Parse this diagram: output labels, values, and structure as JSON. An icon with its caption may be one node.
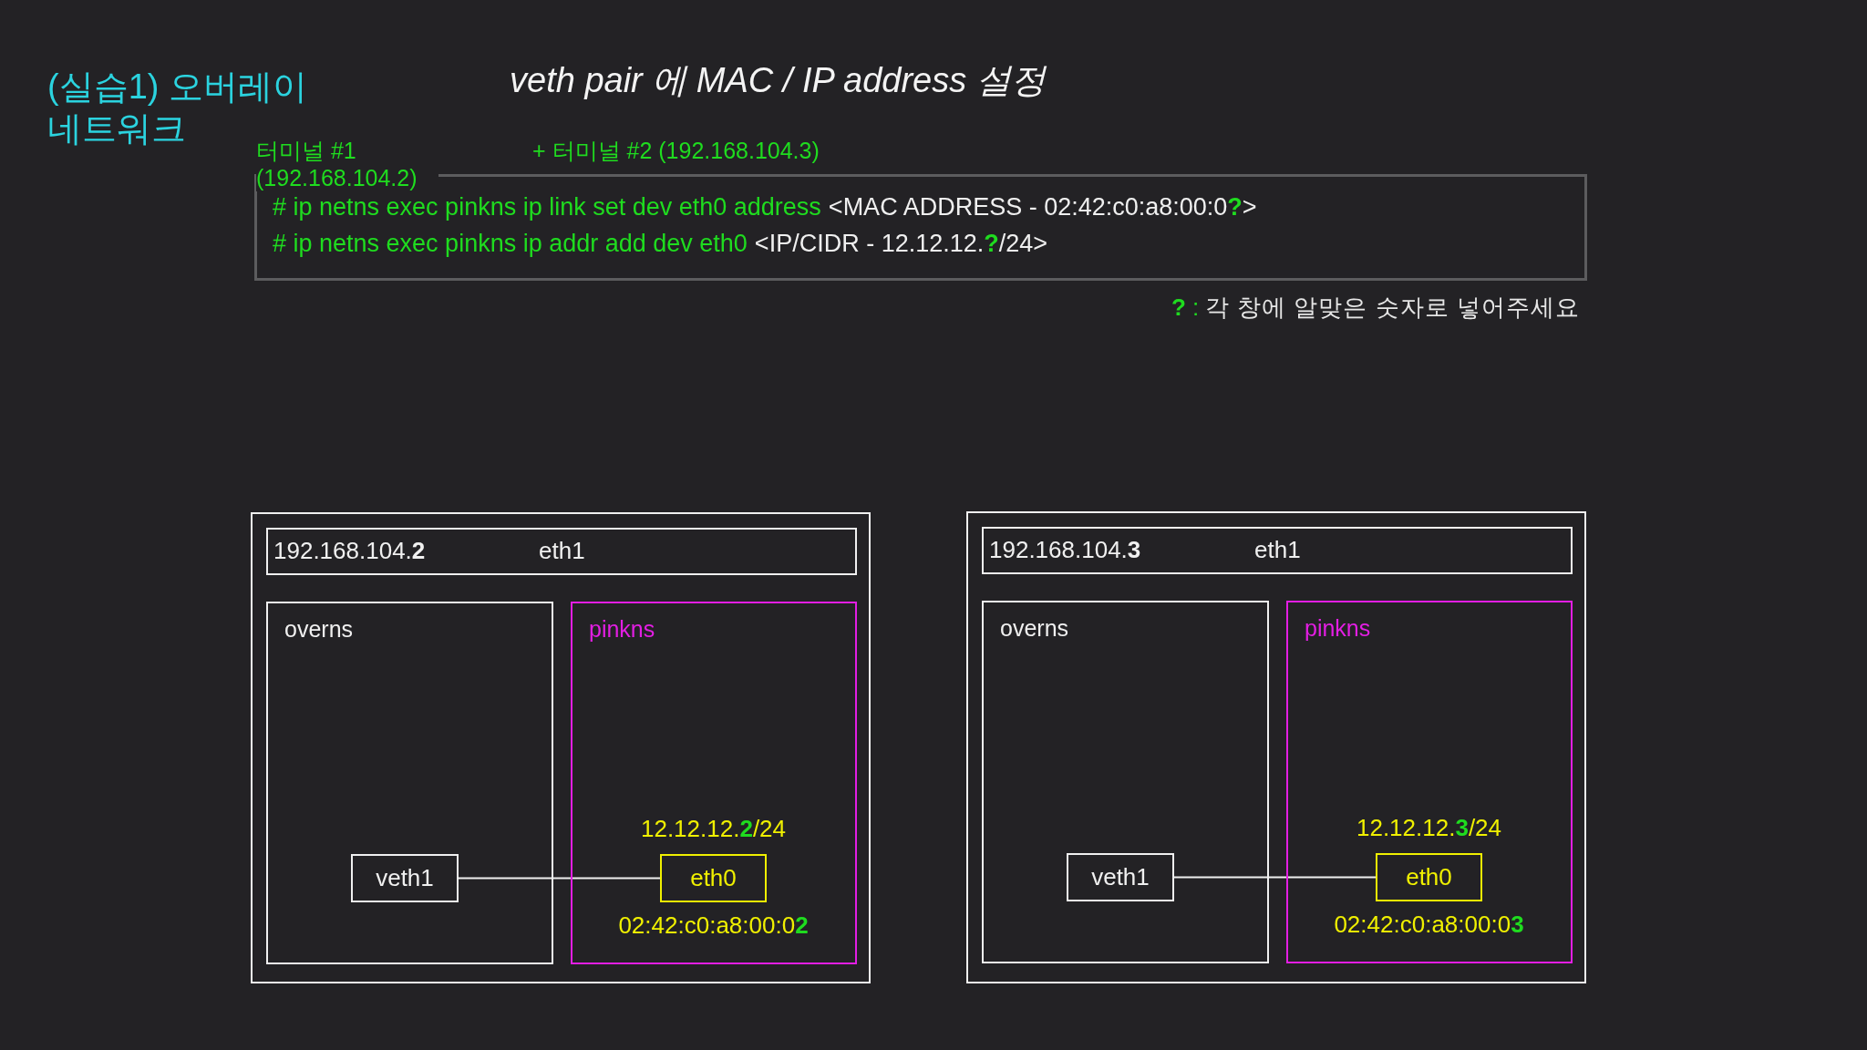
{
  "diagram": {
    "title": "veth pair 에 MAC / IP address 설정",
    "nodes": [
      {
        "text": [
          "# ip netns exec pinkns ip link set dev eth0 address",
          "<MAC ADDRESS - 02:42:c0:a8:00:0**?**>",
          "# ip netns exec pinkns ip addr add dev eth0",
          "<IP/CIDR - 12.12.12.**?**/24>"
        ]
      },
      {
        "text": [],
        "shape": "box"
      },
      {
        "text": [
          "192.168.104.**2**",
          "eth1"
        ],
        "in": 1
      },
      {
        "text": [
          "overns"
        ],
        "in": 1
      },
      {
        "text": [
          "pinkns"
        ],
        "in": 1
      },
      {
        "text": [
          "veth1"
        ],
        "in": 3
      },
      {
        "text": [
          "eth0"
        ],
        "in": 4,
        "beside": [
          "12.12.12.**2**/24",
          "02:42:c0:a8:00:0**2**"
        ]
      },
      {
        "text": [],
        "shape": "box"
      },
      {
        "text": [
          "192.168.104.**3**",
          "eth1"
        ],
        "in": 7
      },
      {
        "text": [
          "overns"
        ],
        "in": 7
      },
      {
        "text": [
          "pinkns"
        ],
        "in": 7
      },
      {
        "text": [
          "veth1"
        ],
        "in": 9
      },
      {
        "text": [
          "eth0"
        ],
        "in": 10,
        "beside": [
          "12.12.12.**3**/24",
          "02:42:c0:a8:00:0**3**"
        ]
      }
    ],
    "edges": [
      {
        "from": 5,
        "to": 6,
        "arrow": "none"
      },
      {
        "from": 11,
        "to": 12,
        "arrow": "none"
      }
    ],
    "labels": [
      "(실습1) 오버레이 네트워크",
      "터미널 #1 (192.168.104.2)",
      "+ 터미널 #2 (192.168.104.3)",
      "**?** :",
      "각 창에 알맞은 숫자로 넣어주세요"
    ]
  }
}
